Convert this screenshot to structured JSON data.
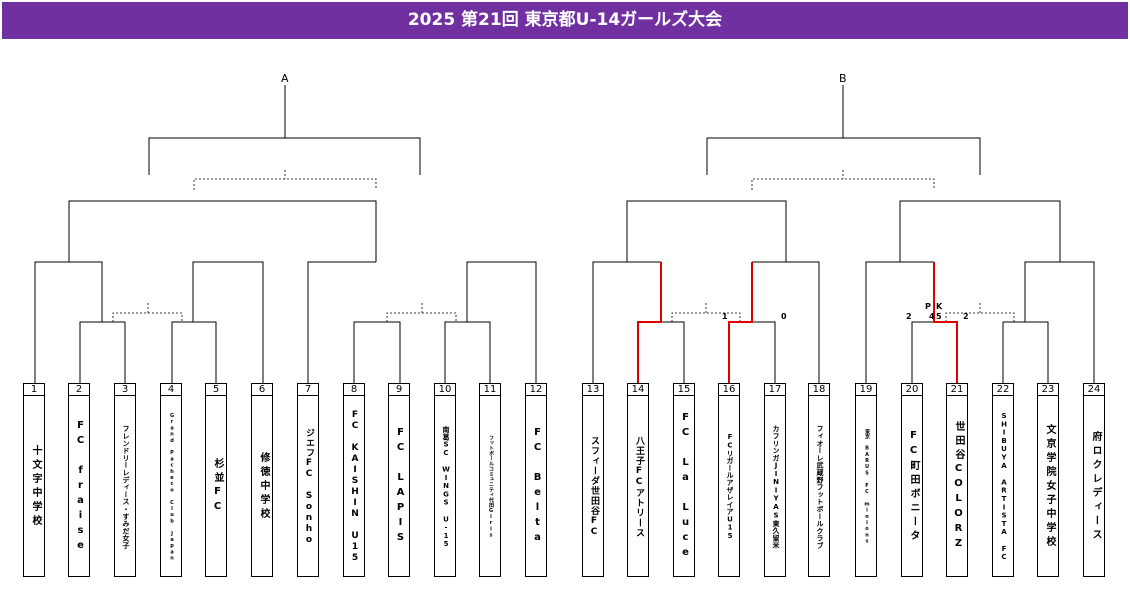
{
  "header": {
    "title": "2025 第21回 東京都U-14ガールズ大会"
  },
  "blocks": {
    "a": "A",
    "b": "B"
  },
  "teams": [
    {
      "num": "1",
      "name": "十文字中学校"
    },
    {
      "num": "2",
      "name": "FC fraise"
    },
    {
      "num": "3",
      "name": "フレンドリーレディース・すみだ女子"
    },
    {
      "num": "4",
      "name": "Grand Pacheco Club Japan"
    },
    {
      "num": "5",
      "name": "杉並FC"
    },
    {
      "num": "6",
      "name": "修徳中学校"
    },
    {
      "num": "7",
      "name": "ジエフFC Sonho"
    },
    {
      "num": "8",
      "name": "FC KAISHIN U15"
    },
    {
      "num": "9",
      "name": "FC LAPIS"
    },
    {
      "num": "10",
      "name": "南葛SC WINGS U-15"
    },
    {
      "num": "11",
      "name": "フットボールコミュニティ代田Girls"
    },
    {
      "num": "12",
      "name": "FC Belta"
    },
    {
      "num": "13",
      "name": "スフィーダ世田谷FC"
    },
    {
      "num": "14",
      "name": "八王子FCアトリース"
    },
    {
      "num": "15",
      "name": "FC La Luce"
    },
    {
      "num": "16",
      "name": "FCリガールアザレイアU15"
    },
    {
      "num": "17",
      "name": "カフリンガJINIYAS東久留米"
    },
    {
      "num": "18",
      "name": "フィオーレ武蔵野フットボールクラブ"
    },
    {
      "num": "19",
      "name": "東京 BARUS FC minions"
    },
    {
      "num": "20",
      "name": "FC町田ボニータ"
    },
    {
      "num": "21",
      "name": "世田谷COLORZ"
    },
    {
      "num": "22",
      "name": "SHIBUYA ARTISTA FC"
    },
    {
      "num": "23",
      "name": "文京学院女子中学校"
    },
    {
      "num": "24",
      "name": "府ロクレディース"
    }
  ],
  "scores": {
    "m14_16_left": "1",
    "m14_16_right": "0",
    "m20_21_left": "2",
    "m20_21_right": "2",
    "pk_label_p": "P",
    "pk_label_k": "K",
    "pk_left": "4",
    "pk_right": "5"
  },
  "colors": {
    "title_bg": "#7030a0",
    "winner_line": "#e00000"
  }
}
